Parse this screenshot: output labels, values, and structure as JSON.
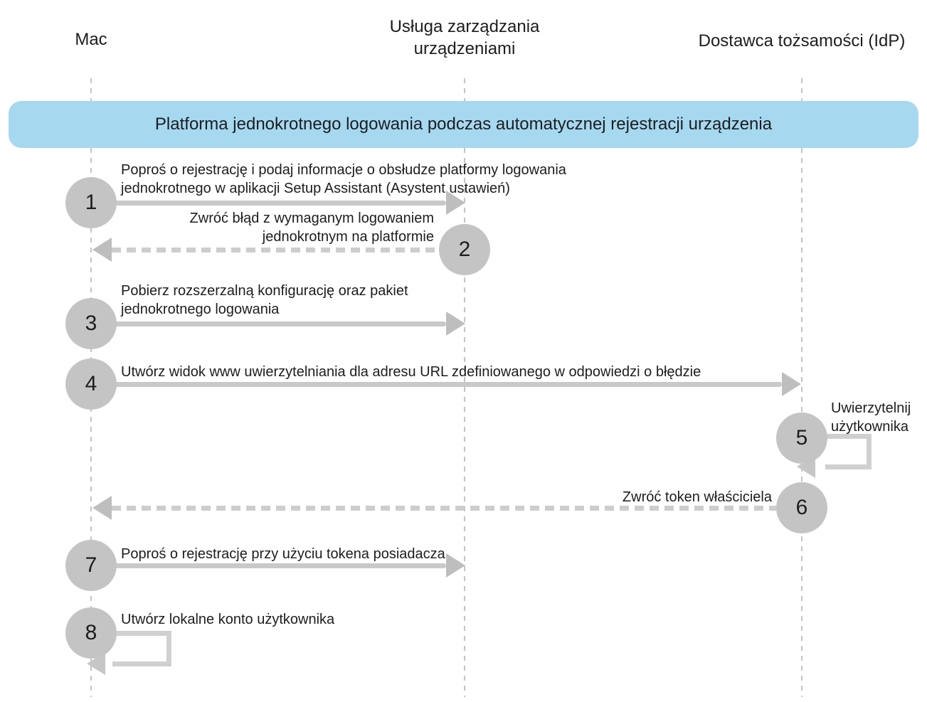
{
  "diagram": {
    "type": "sequence-diagram",
    "banner_title": "Platforma jednokrotnego logowania podczas automatycznej rejestracji urządzenia",
    "actors": [
      {
        "id": "mac",
        "label": "Mac"
      },
      {
        "id": "mdm",
        "label": "Usługa zarządzania\nurządzeniami"
      },
      {
        "id": "idp",
        "label": "Dostawca tożsamości (IdP)"
      }
    ],
    "steps": [
      {
        "number": "1",
        "from": "mac",
        "to": "mdm",
        "style": "solid",
        "label": "Poproś o rejestrację i podaj informacje o obsłudze platformy logowania\njednokrotnego w aplikacji Setup Assistant (Asystent ustawień)"
      },
      {
        "number": "2",
        "from": "mdm",
        "to": "mac",
        "style": "dashed",
        "label": "Zwróć błąd z wymaganym logowaniem\njednokrotnym na platformie"
      },
      {
        "number": "3",
        "from": "mac",
        "to": "mdm",
        "style": "solid",
        "label": "Pobierz rozszerzalną konfigurację oraz pakiet\njednokrotnego logowania"
      },
      {
        "number": "4",
        "from": "mac",
        "to": "idp",
        "style": "solid",
        "label": "Utwórz widok www uwierzytelniania dla adresu URL zdefiniowanego w odpowiedzi o błędzie"
      },
      {
        "number": "5",
        "from": "idp",
        "to": "idp",
        "style": "self-loop",
        "label": "Uwierzytelnij\nużytkownika"
      },
      {
        "number": "6",
        "from": "idp",
        "to": "mac",
        "style": "dashed",
        "label": "Zwróć token właściciela"
      },
      {
        "number": "7",
        "from": "mac",
        "to": "mdm",
        "style": "solid",
        "label": "Poproś o rejestrację przy użyciu tokena posiadacza"
      },
      {
        "number": "8",
        "from": "mac",
        "to": "mac",
        "style": "self-loop",
        "label": "Utwórz lokalne konto użytkownika"
      }
    ],
    "colors": {
      "banner_bg": "#a6d8f0",
      "circle_fill": "#c4c4c4",
      "arrow_line": "#c9c9c9",
      "arrow_head": "#bebebe",
      "dashed_line": "#cdcdcd",
      "lifeline": "#c4c4c4",
      "text": "#1d1d1f",
      "background": "#ffffff"
    }
  }
}
